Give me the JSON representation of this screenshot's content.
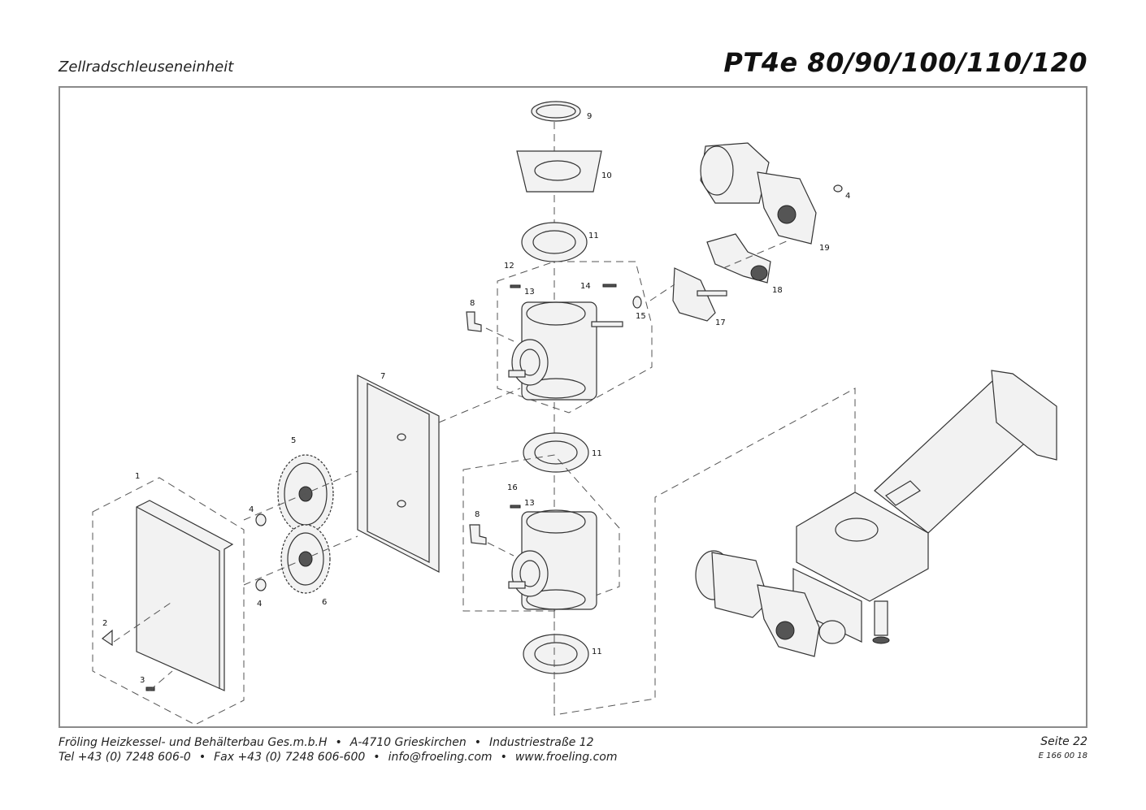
{
  "header": {
    "subtitle": "Zellradschleuseneinheit",
    "title": "PT4e 80/90/100/110/120"
  },
  "footer": {
    "company": "Fröling Heizkessel- und Behälterbau Ges.m.b.H",
    "city": "A-4710 Grieskirchen",
    "street": "Industriestraße 12",
    "tel": "Tel +43 (0) 7248 606-0",
    "fax": "Fax +43 (0) 7248 606-600",
    "email": "info@froeling.com",
    "web": "www.froeling.com",
    "bullet": "•",
    "page": "Seite 22",
    "doc_number": "E 166 00 18"
  },
  "labels": {
    "p1": "1",
    "p2": "2",
    "p3": "3",
    "p4a": "4",
    "p4b": "4",
    "p4c": "4",
    "p5": "5",
    "p6": "6",
    "p7": "7",
    "p8a": "8",
    "p8b": "8",
    "p9": "9",
    "p10": "10",
    "p11a": "11",
    "p11b": "11",
    "p11c": "11",
    "p12": "12",
    "p13a": "13",
    "p13b": "13",
    "p14": "14",
    "p15": "15",
    "p16": "16",
    "p17": "17",
    "p18": "18",
    "p19": "19"
  }
}
